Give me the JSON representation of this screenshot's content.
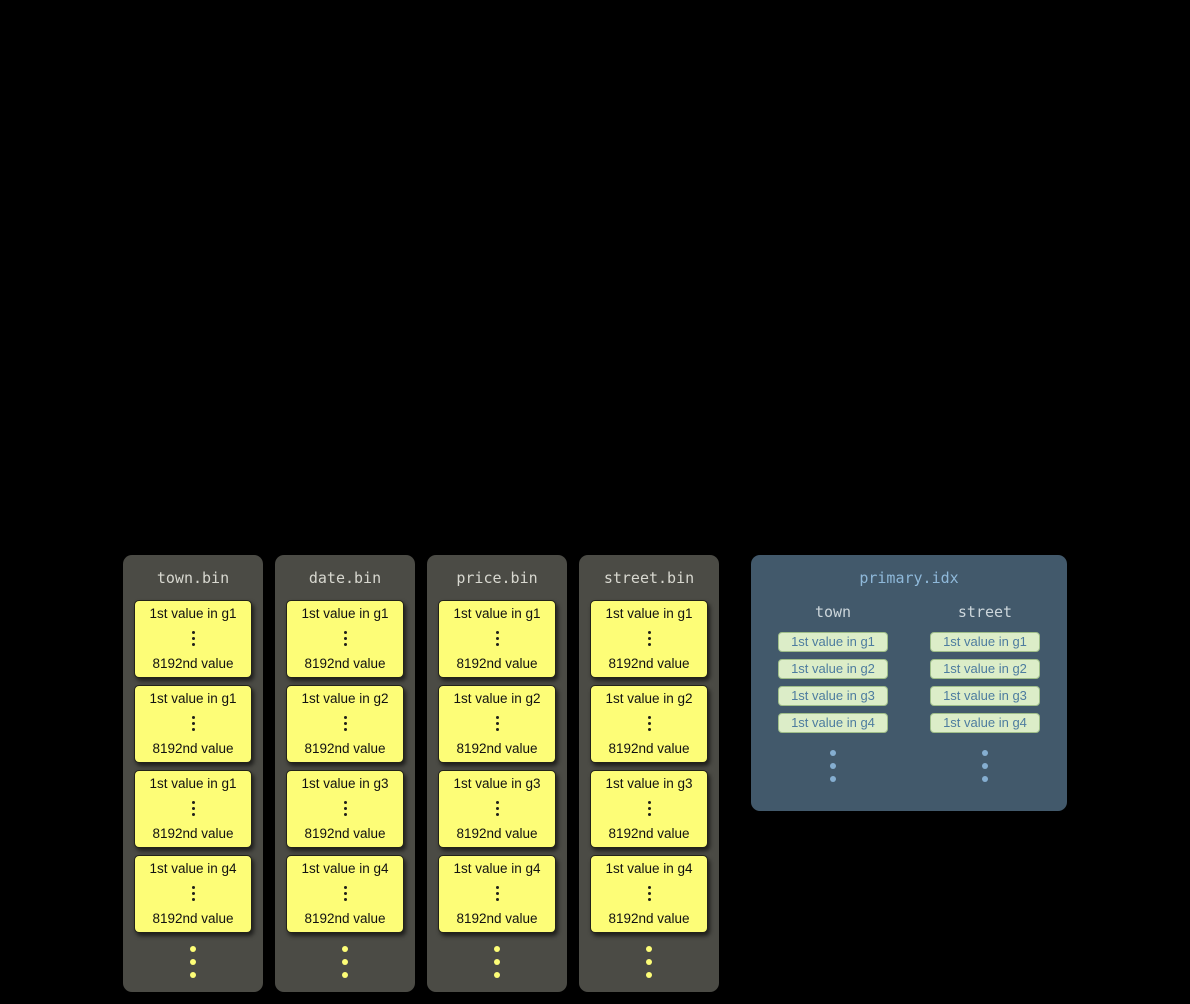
{
  "bins": [
    {
      "title": "town.bin",
      "blocks": [
        {
          "first": "1st value in g1",
          "last": "8192nd value"
        },
        {
          "first": "1st value in g1",
          "last": "8192nd value"
        },
        {
          "first": "1st value in g1",
          "last": "8192nd value"
        },
        {
          "first": "1st value in g4",
          "last": "8192nd value"
        }
      ]
    },
    {
      "title": "date.bin",
      "blocks": [
        {
          "first": "1st value in g1",
          "last": "8192nd value"
        },
        {
          "first": "1st value in g2",
          "last": "8192nd value"
        },
        {
          "first": "1st value in g3",
          "last": "8192nd value"
        },
        {
          "first": "1st value in g4",
          "last": "8192nd value"
        }
      ]
    },
    {
      "title": "price.bin",
      "blocks": [
        {
          "first": "1st value in g1",
          "last": "8192nd value"
        },
        {
          "first": "1st value in g2",
          "last": "8192nd value"
        },
        {
          "first": "1st value in g3",
          "last": "8192nd value"
        },
        {
          "first": "1st value in g4",
          "last": "8192nd value"
        }
      ]
    },
    {
      "title": "street.bin",
      "blocks": [
        {
          "first": "1st value in g1",
          "last": "8192nd value"
        },
        {
          "first": "1st value in g2",
          "last": "8192nd value"
        },
        {
          "first": "1st value in g3",
          "last": "8192nd value"
        },
        {
          "first": "1st value in g4",
          "last": "8192nd value"
        }
      ]
    }
  ],
  "index": {
    "title": "primary.idx",
    "columns": [
      {
        "header": "town",
        "entries": [
          "1st value in g1",
          "1st value in g2",
          "1st value in g3",
          "1st value in g4"
        ]
      },
      {
        "header": "street",
        "entries": [
          "1st value in g1",
          "1st value in g2",
          "1st value in g3",
          "1st value in g4"
        ]
      }
    ]
  },
  "icons": {
    "ellipsis": "vertical-ellipsis"
  },
  "colors": {
    "background": "#000000",
    "bin_container": "#4b4b45",
    "bin_header_text": "#d8d8d0",
    "block_bg": "#fdfd77",
    "block_text": "#111111",
    "index_panel": "#42596b",
    "index_title_text": "#8fb9da",
    "index_header_text": "#ccd6db",
    "index_cell_bg": "#dcedc8",
    "index_cell_text": "#4d7c9f",
    "index_dots": "#85aed0"
  }
}
